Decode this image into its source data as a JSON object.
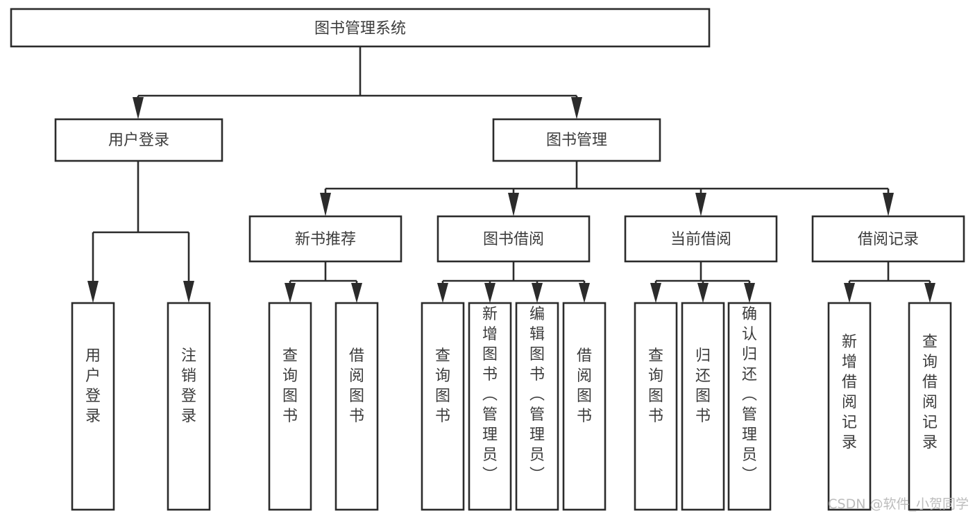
{
  "diagram": {
    "title": "图书管理系统",
    "type": "tree-hierarchy-chart",
    "orientation": "top-down",
    "colors": {
      "box_fill": "#ffffff",
      "box_stroke": "#2b2b2b",
      "label_text": "#3c3c3c",
      "edge": "#2b2b2b",
      "watermark": "#bcbcbc",
      "background": "#ffffff"
    },
    "root": {
      "label": "图书管理系统"
    },
    "level1": [
      {
        "label": "用户登录"
      },
      {
        "label": "图书管理"
      }
    ],
    "level2": [
      {
        "label": "新书推荐"
      },
      {
        "label": "图书借阅"
      },
      {
        "label": "当前借阅"
      },
      {
        "label": "借阅记录"
      }
    ],
    "leaves": {
      "user_login": [
        {
          "label": "用户登录"
        },
        {
          "label": "注销登录"
        }
      ],
      "new_book_recommend": [
        {
          "label": "查询图书"
        },
        {
          "label": "借阅图书"
        }
      ],
      "book_borrow": [
        {
          "label": "查询图书"
        },
        {
          "label": "新增图书（管理员）"
        },
        {
          "label": "编辑图书（管理员）"
        },
        {
          "label": "借阅图书"
        }
      ],
      "current_borrow": [
        {
          "label": "查询图书"
        },
        {
          "label": "归还图书"
        },
        {
          "label": "确认归还（管理员）"
        }
      ],
      "borrow_record": [
        {
          "label": "新增借阅记录"
        },
        {
          "label": "查询借阅记录"
        }
      ]
    }
  },
  "watermark": {
    "text": "CSDN @软件_小贺同学"
  }
}
